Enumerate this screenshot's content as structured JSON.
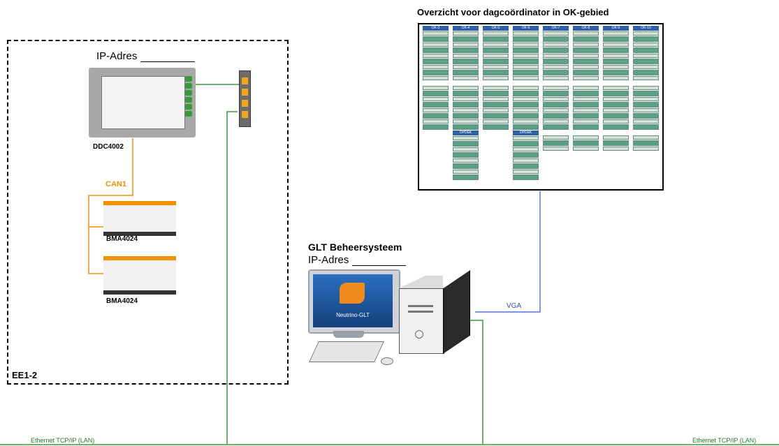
{
  "overview": {
    "title": "Overzicht voor dagcoördinator in OK-gebied",
    "columns": [
      "OK-3",
      "OK-4",
      "OK-5",
      "OK-6",
      "OK-7",
      "OK-8",
      "OK-9",
      "OK-10"
    ],
    "opdek_label": "OPDEK"
  },
  "ee": {
    "label": "EE1-2",
    "ip_label": "IP-Adres"
  },
  "devices": {
    "controller": "DDC4002",
    "bus": "CAN1",
    "modules": [
      "BMA4024",
      "BMA4024"
    ]
  },
  "glt": {
    "title": "GLT Beheersysteem",
    "ip_label": "IP-Adres",
    "screen_text": "Neutrino-GLT"
  },
  "links": {
    "vga": "VGA",
    "ethernet_left": "Ethernet TCP/IP (LAN)",
    "ethernet_right": "Ethernet TCP/IP (LAN)"
  },
  "colors": {
    "ethernet": "#3a9a3a",
    "can": "#f29000",
    "vga": "#3355dd",
    "header": "#2f5fa8",
    "value": "#5aa085"
  }
}
